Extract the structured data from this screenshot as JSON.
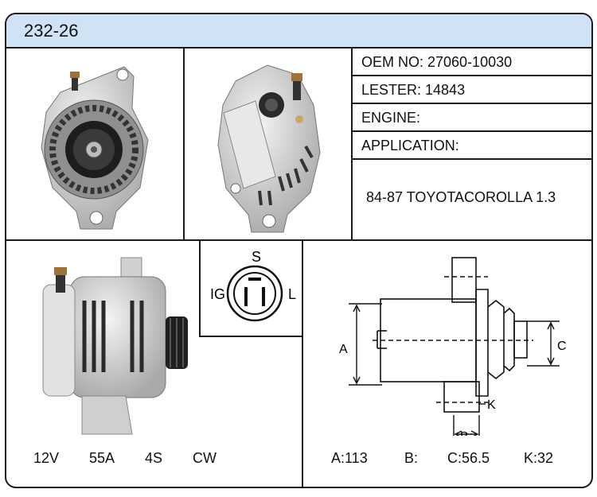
{
  "header": {
    "part_number": "232-26"
  },
  "specs": {
    "oem": "OEM NO: 27060-10030",
    "lester": "LESTER: 14843",
    "engine": "ENGINE:",
    "application_label": "APPLICATION:"
  },
  "application": "84-87 TOYOTACOROLLA 1.3",
  "plug": {
    "s": "S",
    "ig": "IG",
    "l": "L"
  },
  "ratings": {
    "voltage": "12V",
    "amperage": "55A",
    "groove": "4S",
    "rotation": "CW"
  },
  "diagram": {
    "label_a": "A",
    "label_b": "B",
    "label_c": "C",
    "label_k": "K"
  },
  "dimensions": {
    "a": "A:113",
    "b": "B:",
    "c": "C:56.5",
    "k": "K:32"
  }
}
